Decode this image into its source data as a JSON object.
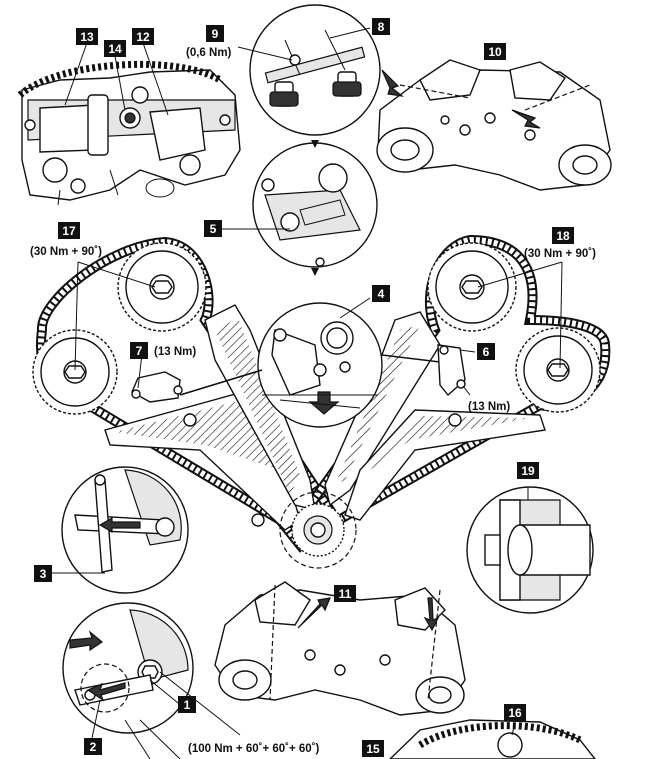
{
  "callouts": {
    "c1": "1",
    "c2": "2",
    "c3": "3",
    "c4": "4",
    "c5": "5",
    "c6": "6",
    "c7": "7",
    "c8": "8",
    "c9": "9",
    "c10": "10",
    "c11": "11",
    "c12": "12",
    "c13": "13",
    "c14": "14",
    "c15": "15",
    "c16": "16",
    "c17": "17",
    "c18": "18",
    "c19": "19"
  },
  "torques": {
    "t9": "(0,6 Nm)",
    "t17": "(30 Nm + 90˚)",
    "t18": "(30 Nm + 90˚)",
    "t7": "(13 Nm)",
    "t6": "(13 Nm)",
    "t1": "(100 Nm + 60˚+ 60˚+ 60˚)"
  },
  "colors": {
    "ink": "#111111",
    "paper": "#ffffff",
    "shade": "#e6e6e6"
  }
}
